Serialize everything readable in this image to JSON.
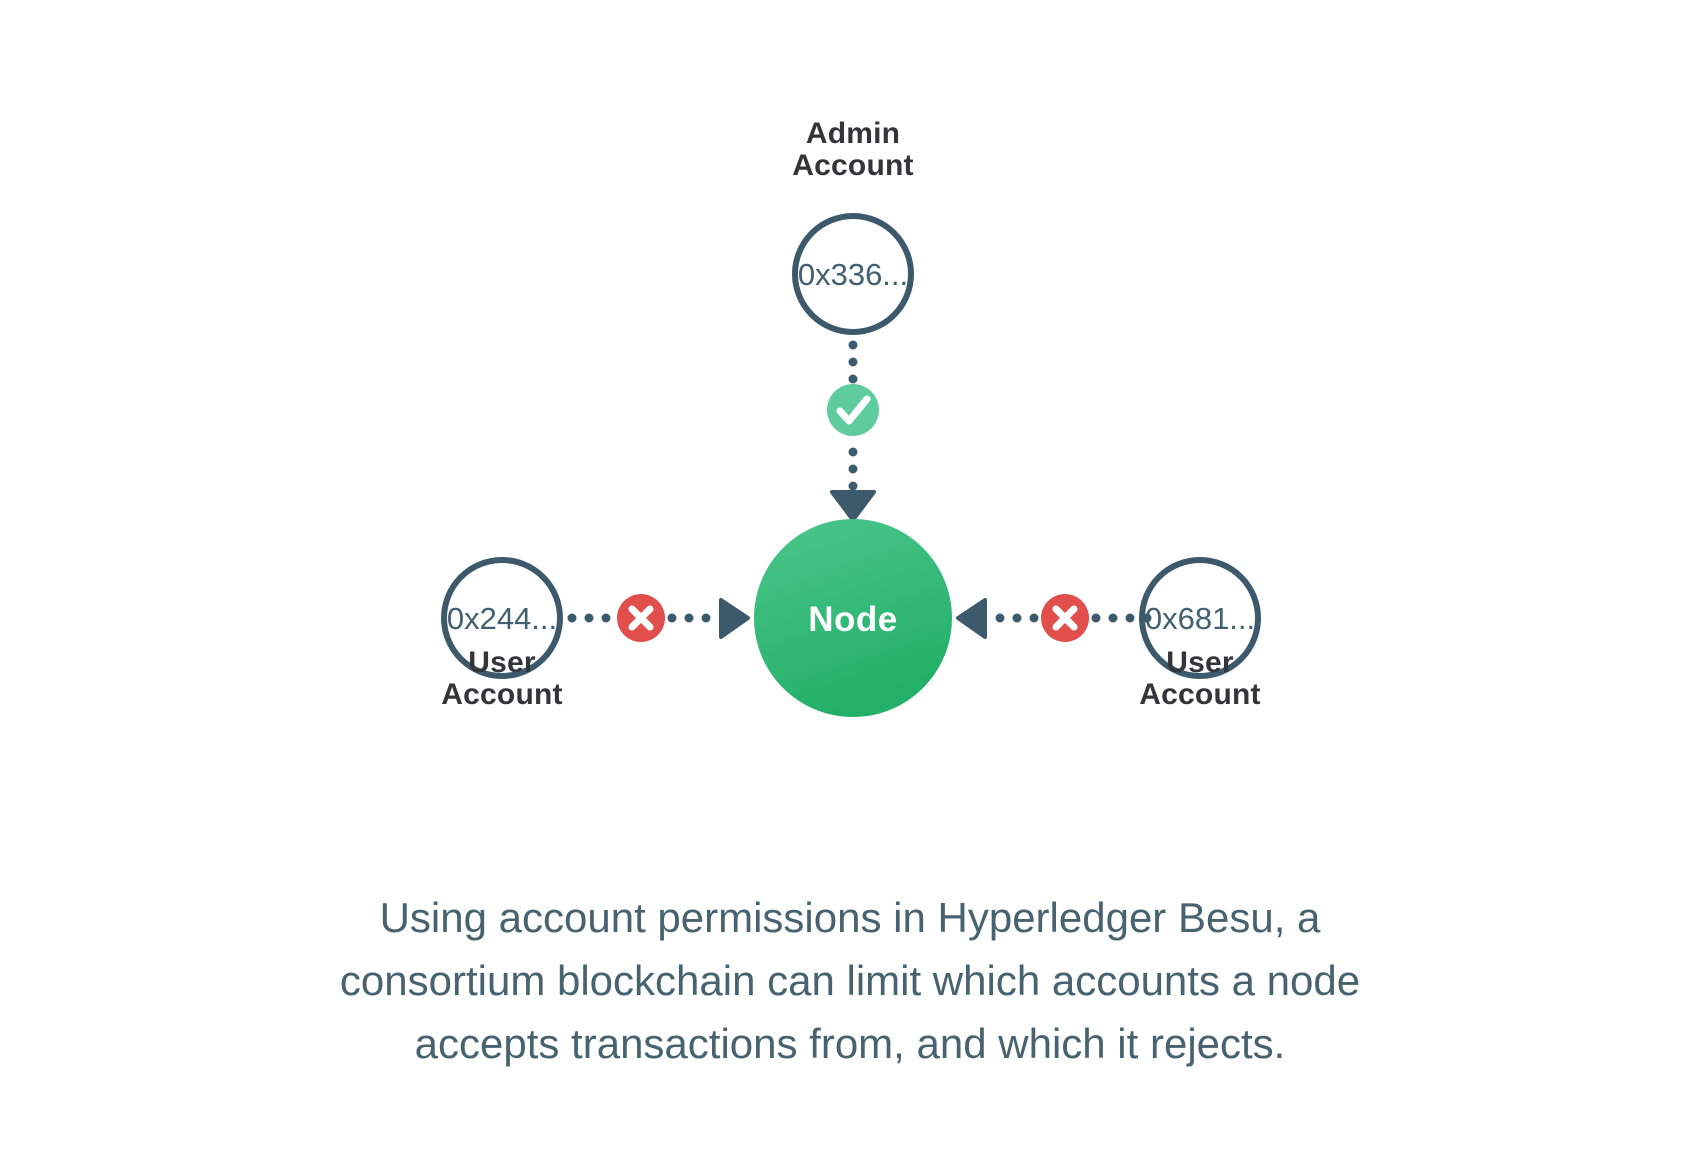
{
  "figure": {
    "background": "#ffffff",
    "nodes": {
      "admin": {
        "role_line1": "Admin",
        "role_line2": "Account",
        "address": "0x336...",
        "stroke_color": "#3C5A6B"
      },
      "user_left": {
        "role_line1": "User",
        "role_line2": "Account",
        "address": "0x244...",
        "stroke_color": "#3C5A6B"
      },
      "user_right": {
        "role_line1": "User",
        "role_line2": "Account",
        "address": "0x681...",
        "stroke_color": "#3C5A6B"
      },
      "node": {
        "label": "Node",
        "fill_start": "#4CC68C",
        "fill_end": "#28B46D",
        "text_color": "#ffffff"
      }
    },
    "badges": {
      "allowed": {
        "icon": "check-icon",
        "color": "#5FCC9D",
        "meaning": "accepted"
      },
      "rejected_left": {
        "icon": "x-icon",
        "color": "#E04F4B",
        "meaning": "rejected"
      },
      "rejected_right": {
        "icon": "x-icon",
        "color": "#E04F4B",
        "meaning": "rejected"
      }
    },
    "connectors": {
      "dot_color": "#3C5A6B",
      "arrow_color": "#3C5A6B",
      "style": "dotted"
    },
    "caption": {
      "color": "#48626F",
      "lines": [
        "Using account permissions in Hyperledger Besu, a",
        "consortium blockchain can limit which accounts a node",
        "accepts transactions from, and which it rejects."
      ]
    }
  }
}
